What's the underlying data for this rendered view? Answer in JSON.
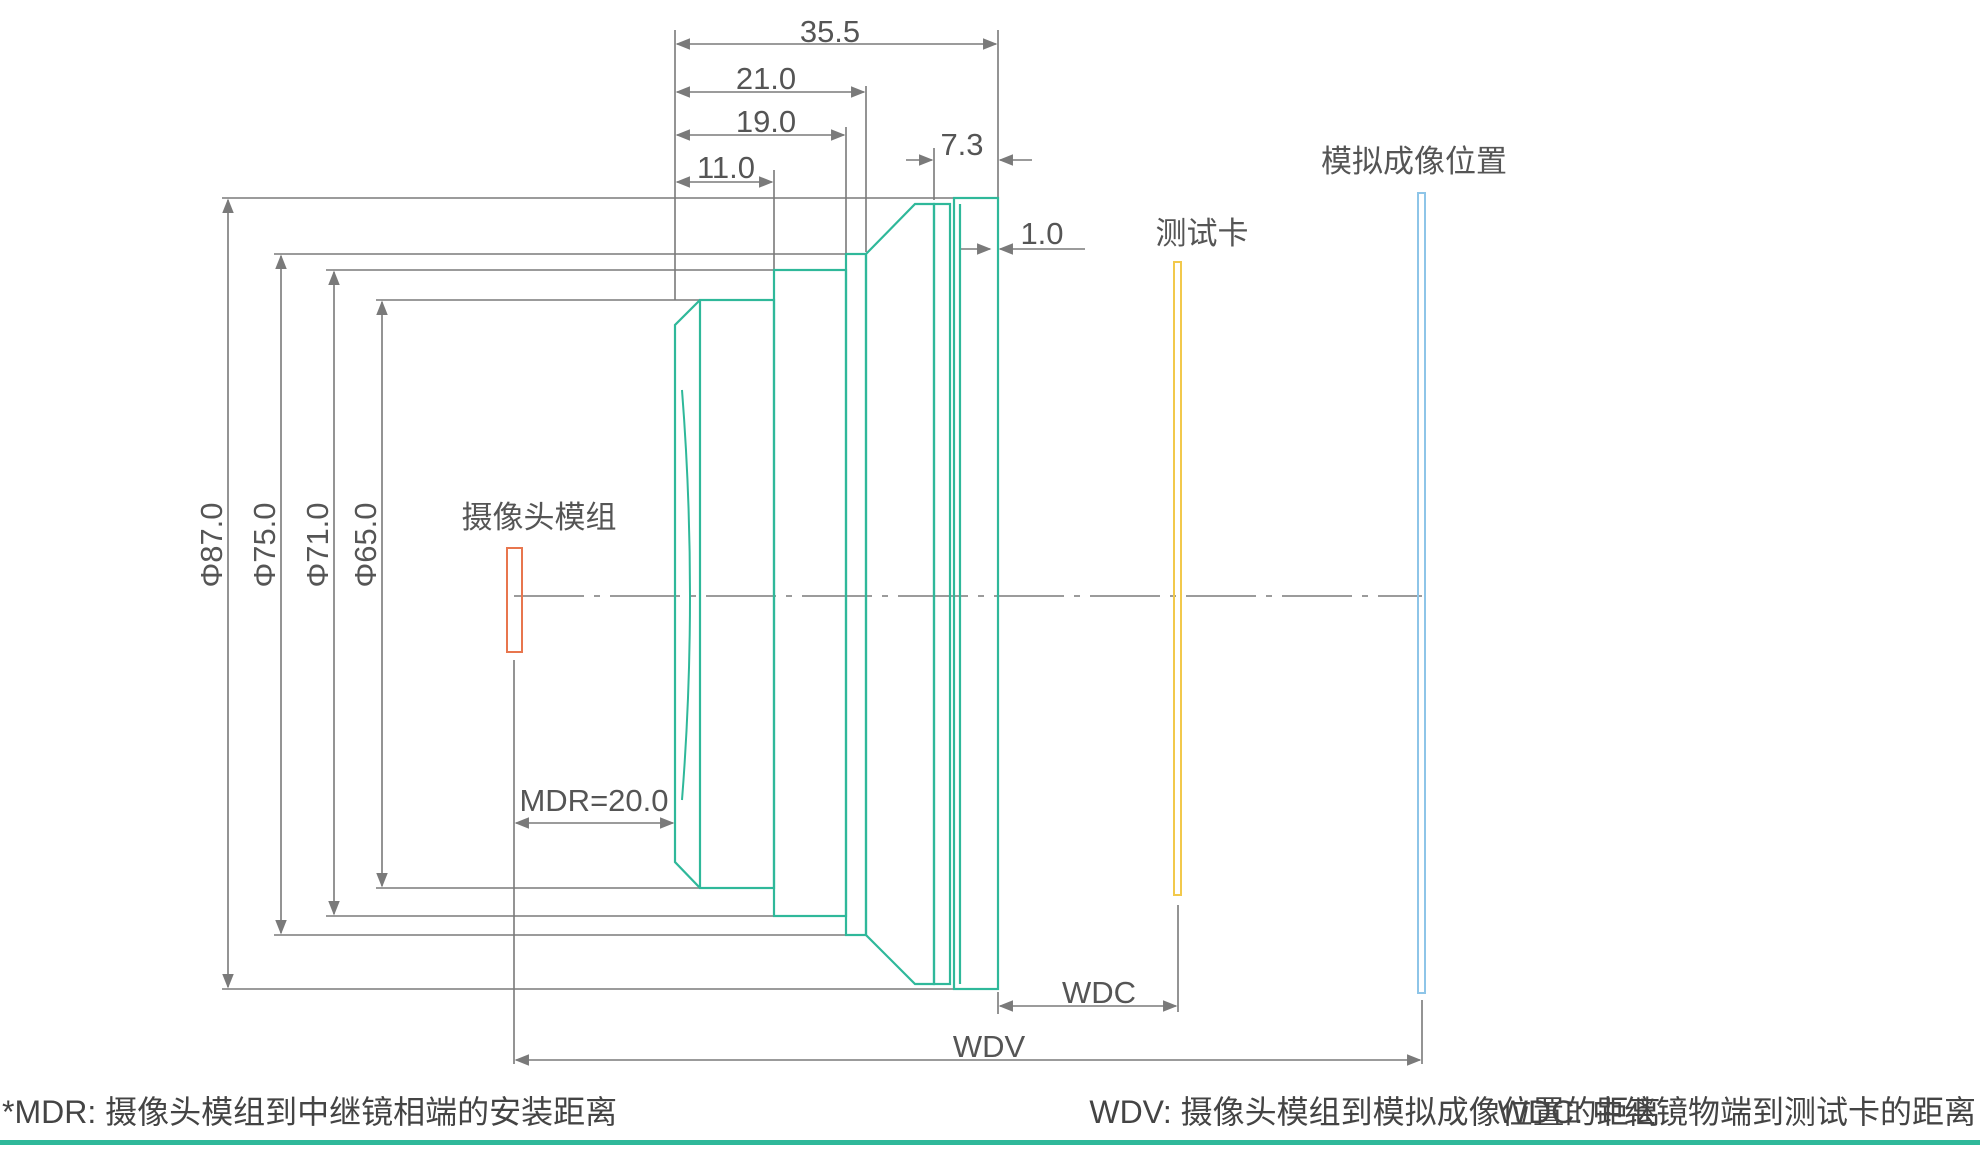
{
  "diagram": {
    "dimensions_top": [
      "35.5",
      "21.0",
      "19.0",
      "11.0",
      "7.3",
      "1.0"
    ],
    "diameters": [
      "Φ87.0",
      "Φ75.0",
      "Φ71.0",
      "Φ65.0"
    ],
    "labels": {
      "camera_module": "摄像头模组",
      "test_card": "测试卡",
      "simulated_image": "模拟成像位置",
      "mdr": "MDR=20.0",
      "wdc": "WDC",
      "wdv": "WDV"
    },
    "notes": [
      "*MDR: 摄像头模组到中继镜相端的安装距离",
      "WDV: 摄像头模组到模拟成像位置的距离",
      "WDC: 中继镜物端到测试卡的距离"
    ],
    "colors": {
      "lens": "#2fb89a",
      "camera_module": "#e8764e",
      "test_card": "#f2c94c",
      "simulated_image": "#8ec5e8",
      "dimension_lines": "#7a7a7a",
      "bottom_rule": "#2fb89a"
    }
  }
}
